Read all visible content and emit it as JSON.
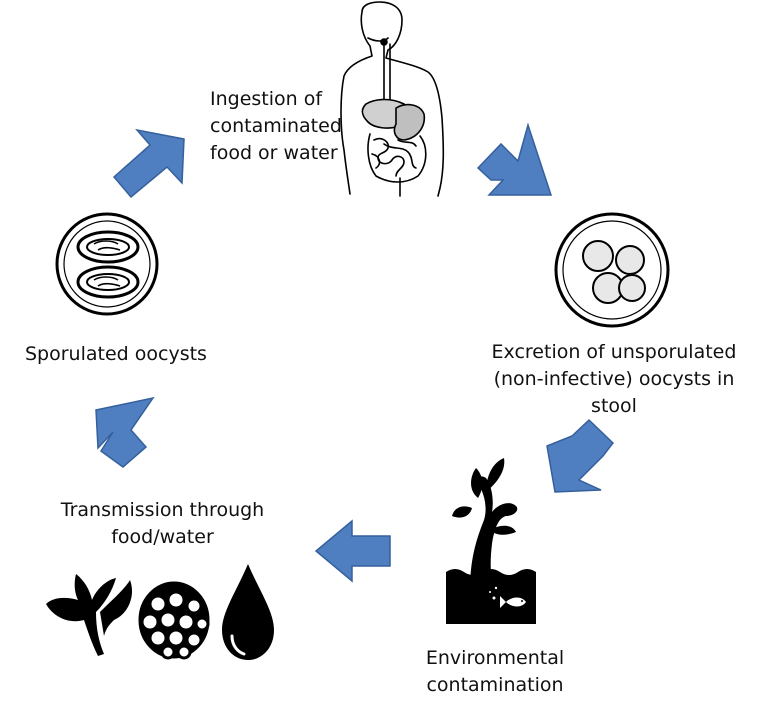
{
  "diagram": {
    "type": "cycle",
    "stages": [
      {
        "id": "ingestion",
        "lines": [
          "Ingestion of",
          "contaminated",
          "food or water"
        ],
        "icon": "human-digestive-system-icon"
      },
      {
        "id": "excretion",
        "lines": [
          "Excretion of unsporulated",
          "(non-infective) oocysts in",
          "stool"
        ],
        "icon": "unsporulated-oocysts-icon"
      },
      {
        "id": "environment",
        "lines": [
          "Environmental",
          "contamination"
        ],
        "icon": "plant-water-fish-icon"
      },
      {
        "id": "transmission",
        "lines": [
          "Transmission through",
          "food/water"
        ],
        "icons": [
          "leafy-greens-icon",
          "raspberry-icon",
          "water-drop-icon"
        ]
      },
      {
        "id": "sporulated",
        "lines": [
          "Sporulated oocysts"
        ],
        "icon": "sporulated-oocysts-icon"
      }
    ],
    "colors": {
      "arrow_fill": "#4f7fc0",
      "arrow_stroke": "#35609c",
      "icon": "#000000",
      "text": "#111111",
      "background": "#ffffff"
    }
  }
}
